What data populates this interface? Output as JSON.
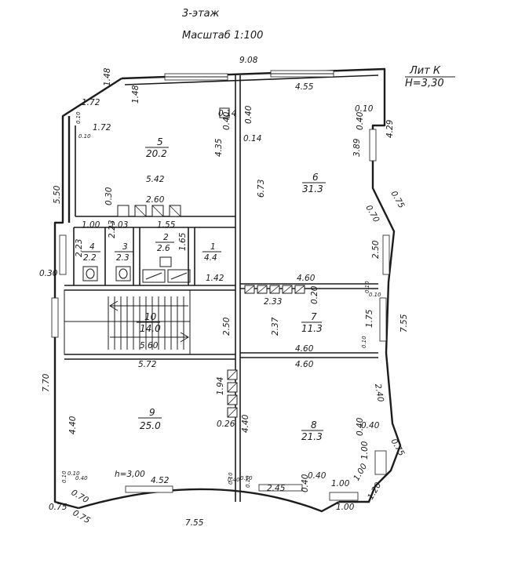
{
  "header": {
    "floor": "3-этаж",
    "scale": "Масштаб 1:100"
  },
  "stamp": {
    "lit": "Лит К",
    "height": "Н=3,30"
  },
  "rooms": [
    {
      "num": "5",
      "area": "20.2"
    },
    {
      "num": "6",
      "area": "31.3"
    },
    {
      "num": "1",
      "area": "4.4"
    },
    {
      "num": "2",
      "area": "2.6"
    },
    {
      "num": "3",
      "area": "2.3"
    },
    {
      "num": "4",
      "area": "2.2"
    },
    {
      "num": "10",
      "area": "14.0"
    },
    {
      "num": "7",
      "area": "11.3"
    },
    {
      "num": "9",
      "area": "25.0"
    },
    {
      "num": "8",
      "area": "21.3"
    }
  ],
  "dimensions": [
    "9.08",
    "1.48",
    "1.48",
    "1.72",
    "1.72",
    "5.50",
    "4.55",
    "0.10",
    "0.40",
    "4.29",
    "0.14",
    "0.40",
    "0.40",
    "0.14",
    "4.35",
    "3.89",
    "5.42",
    "6.73",
    "0.75",
    "0.70",
    "0.30",
    "2.60",
    "1.00",
    "2.23",
    "1.03",
    "1.55",
    "2.23",
    "2.50",
    "1.65",
    "1.42",
    "4.60",
    "0.30",
    "2.33",
    "0.20",
    "2.50",
    "2.37",
    "1.75",
    "7.55",
    "5.60",
    "4.60",
    "5.72",
    "4.60",
    "1.94",
    "2.40",
    "7.70",
    "4.40",
    "0.26",
    "4.40",
    "0.40",
    "0.40",
    "1.00",
    "0.75",
    "1.00",
    "4.52",
    "2.45",
    "0.40",
    "0.40",
    "1.00",
    "1.20",
    "0.75",
    "0.75",
    "0.70",
    "1.00",
    "7.55",
    "0.10",
    "0.10",
    "0.10",
    "0.10",
    "0.10",
    "0.10",
    "0.10",
    "0.10",
    "0.10",
    "0.10",
    "0.40",
    "0.40",
    "h=3,00"
  ]
}
